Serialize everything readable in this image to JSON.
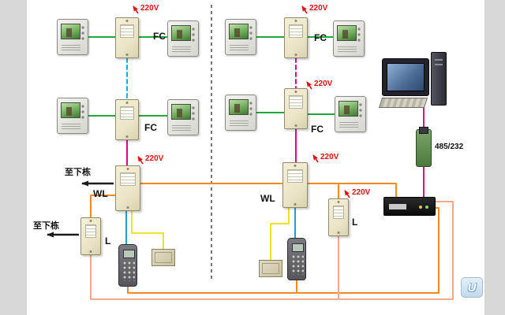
{
  "diagram": {
    "labels": {
      "power": "220V",
      "fc": "FC",
      "wl": "WL",
      "l": "L",
      "to_next_building": "至下栋",
      "converter": "485/232",
      "logo_letter": "U"
    },
    "colors": {
      "wire_green": "#1faa3c",
      "wire_magenta": "#e6007e",
      "wire_cyan": "#00b0f0",
      "wire_blue": "#2a9ad4",
      "wire_yellow": "#f0e22a",
      "wire_orange": "#f08c1e",
      "wire_salmon": "#f2a98e",
      "power_red": "#e01010",
      "arrow_black": "#1a1a1a",
      "box_beige": "#ece6c8",
      "logo_blue": "#6fa3cf",
      "sidebar_gray": "#d7d7d7"
    }
  }
}
